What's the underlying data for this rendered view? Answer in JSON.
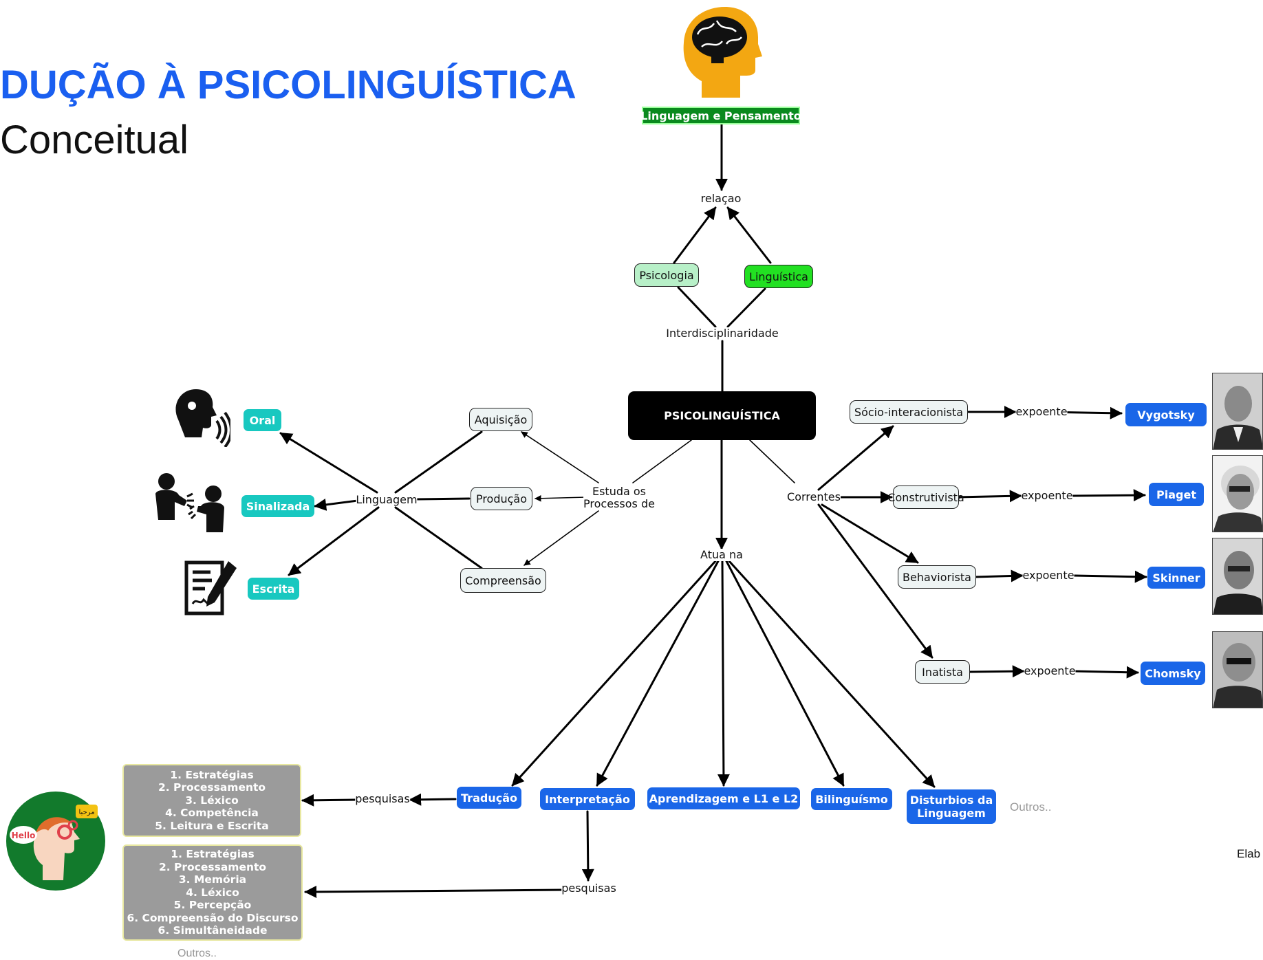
{
  "header": {
    "title": "DUÇÃO À PSICOLINGUÍSTICA",
    "subtitle": "Conceitual"
  },
  "nodes": {
    "linguagem_pensamento": "Linguagem e Pensamento",
    "psicologia": "Psicologia",
    "linguistica": "Linguística",
    "psicolinguistica": "PSICOLINGUÍSTICA",
    "aquisicao": "Aquisição",
    "producao": "Produção",
    "compreensao": "Compreensão",
    "oral": "Oral",
    "sinalizada": "Sinalizada",
    "escrita": "Escrita",
    "socio": "Sócio-interacionista",
    "construtivista": "Construtivista",
    "behaviorista": "Behaviorista",
    "inatista": "Inatista",
    "vygotsky": "Vygotsky",
    "piaget": "Piaget",
    "skinner": "Skinner",
    "chomsky": "Chomsky",
    "traducao": "Tradução",
    "interpretacao": "Interpretação",
    "aprendizagem": "Aprendizagem e L1 e L2",
    "bilinguismo": "Bilinguísmo",
    "disturbios": [
      "Disturbios da",
      "Linguagem"
    ]
  },
  "linking_phrases": {
    "relacao": "relaçao",
    "interdisciplinaridade": "Interdisciplinaridade",
    "estuda": [
      "Estuda os",
      "Processos de"
    ],
    "linguagem": "Linguagem",
    "correntes": "Correntes",
    "atua": "Atua na",
    "expoente": "expoente",
    "pesquisas": "pesquisas"
  },
  "lists": {
    "traducao": [
      "1. Estratégias",
      "2. Processamento",
      "3. Léxico",
      "4. Competência",
      "5. Leitura e Escrita"
    ],
    "interpretacao": [
      "1. Estratégias",
      "2. Processamento",
      "3. Memória",
      "4. Léxico",
      "5. Percepção",
      "6. Compreensão do Discurso",
      "6. Simultâneidade"
    ]
  },
  "misc": {
    "outros": "Outros..",
    "elab": "Elab",
    "hello": "Hello",
    "marhaba": "مرحبا"
  },
  "icons": [
    "brain-head-icon",
    "speaking-head-icon",
    "sign-language-icon",
    "writing-document-icon",
    "bilingual-head-icon"
  ],
  "colors": {
    "title": "#1a5ff0",
    "blue_node": "#1a66e8",
    "teal_node": "#18c8c0",
    "green_node": "#0a8a1e",
    "lime_node": "#22e022",
    "mint_node": "#b8f0c8",
    "list_box": "#9b9b9b",
    "brain_head": "#f3a712"
  }
}
